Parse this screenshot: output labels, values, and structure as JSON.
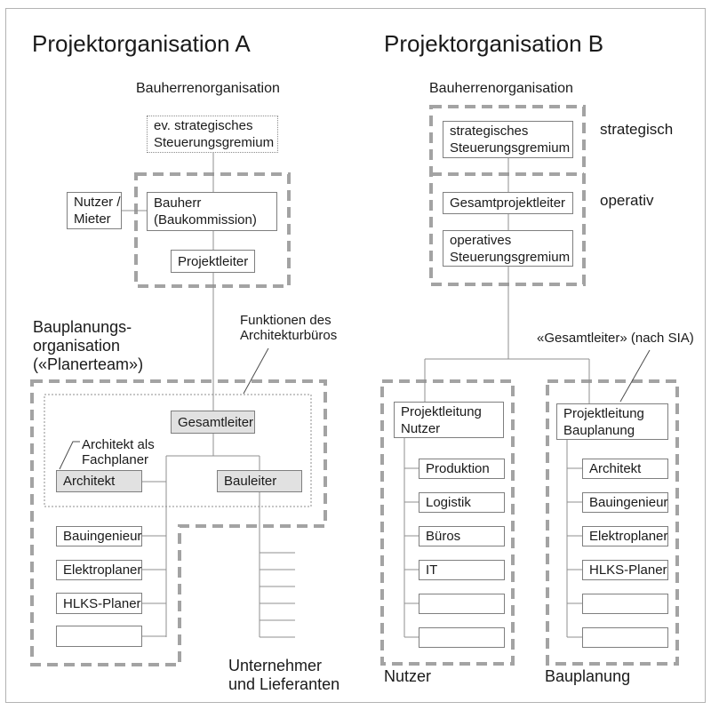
{
  "org_a": {
    "title": "Projektorganisation A",
    "bauherren_label": "Bauherrenorganisation",
    "strategic_committee": "ev. strategisches\nSteuerungsgremium",
    "nutzer_mieter": "Nutzer /\nMieter",
    "bauherr": "Bauherr\n(Baukommission)",
    "projektleiter": "Projektleiter",
    "planerteam_label": "Bauplanungs-\norganisation\n(«Planerteam»)",
    "funktionen_note": "Funktionen des\nArchitekturbüros",
    "architekt_note": "Architekt als\nFachplaner",
    "gesamtleiter": "Gesamtleiter",
    "architekt": "Architekt",
    "bauleiter": "Bauleiter",
    "fachplaner": [
      "Bauingenieur",
      "Elektroplaner",
      "HLKS-Planer",
      ""
    ],
    "unternehmer_label": "Unternehmer\nund Lieferanten"
  },
  "org_b": {
    "title": "Projektorganisation B",
    "bauherren_label": "Bauherrenorganisation",
    "strategisch_label": "strategisch",
    "operativ_label": "operativ",
    "strategic_committee": "strategisches\nSteuerungsgremium",
    "gesamtprojektleiter": "Gesamtprojektleiter",
    "operatives_gremium": "operatives\nSteuerungsgremium",
    "sia_note": "«Gesamtleiter» (nach SIA)",
    "projektleitung_nutzer": "Projektleitung\nNutzer",
    "projektleitung_bauplanung": "Projektleitung\nBauplanung",
    "nutzer_items": [
      "Produktion",
      "Logistik",
      "Büros",
      "IT",
      "",
      ""
    ],
    "bauplanung_items": [
      "Architekt",
      "Bauingenieur",
      "Elektroplaner",
      "HLKS-Planer",
      "",
      ""
    ],
    "nutzer_label": "Nutzer",
    "bauplanung_label": "Bauplanung"
  },
  "colors": {
    "box_border": "#7f7f7f",
    "shaded_fill": "#e1e1e1",
    "dashed_frame": "#a3a3a3",
    "connector": "#8f8f8f",
    "text": "#1a1a1a"
  }
}
